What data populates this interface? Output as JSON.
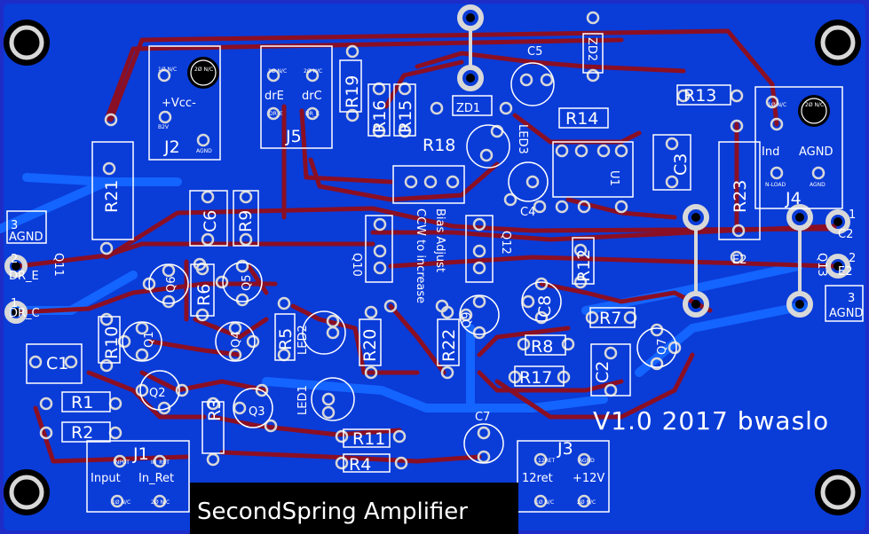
{
  "board": {
    "title": "SecondSpring Amplifier",
    "version": "V1.0 2017 bwaslo",
    "bias_note_1": "Bias Adjust",
    "bias_note_2": "CCW to increase"
  },
  "colors": {
    "board": "#1e2cc8",
    "pour": "#0a3cd8",
    "trace_top": "#8b0f24",
    "trace_bottom": "#1464ff",
    "silk": "#ffffff",
    "pad": "#d8d8d8",
    "title_bg": "#000000"
  },
  "connectors": {
    "J1": {
      "ref": "J1",
      "labels": [
        "Input",
        "In_Ret"
      ],
      "pins": [
        "INPUT",
        "IN_RET",
        "1Ø N/C",
        "2Ø N/C"
      ]
    },
    "J2": {
      "ref": "J2",
      "labels": [
        "+Vcc-"
      ],
      "pins": [
        "1Ø N/C",
        "2Ø N/C",
        "B2V",
        "AGND"
      ]
    },
    "J3": {
      "ref": "J3",
      "labels": [
        "12ret",
        "+12V"
      ],
      "pins": [
        "12RET",
        "AGND",
        "1Ø N/C",
        "2Ø N/C"
      ]
    },
    "J4": {
      "ref": "J4",
      "labels": [
        "Ind",
        "AGND"
      ],
      "pins": [
        "1Ø N/C",
        "2Ø N/C",
        "N-LOAD",
        "AGND"
      ]
    },
    "J5": {
      "ref": "J5",
      "labels": [
        "drE",
        "drC"
      ],
      "pins": [
        "1Ø N/C",
        "2Ø N/C",
        "DR_E",
        "DR_C"
      ]
    }
  },
  "edge": {
    "q11_ref": "Q11",
    "q11_pins": [
      {
        "num": "3",
        "name": "AGND"
      },
      {
        "num": "2",
        "name": "DR_E"
      },
      {
        "num": "1",
        "name": "DR_C"
      }
    ],
    "q13_ref": "Q13",
    "q13_pins": [
      {
        "num": "1",
        "name": "C2"
      },
      {
        "num": "2",
        "name": "E2"
      },
      {
        "num": "3",
        "name": "AGND"
      }
    ]
  },
  "refs": {
    "R1": "R1",
    "R2": "R2",
    "R3": "R3",
    "R4": "R4",
    "R5": "R5",
    "R6": "R6",
    "R7": "R7",
    "R8": "R8",
    "R9": "R9",
    "R10": "R10",
    "R11": "R11",
    "R12": "R12",
    "R13": "R13",
    "R14": "R14",
    "R15": "R15",
    "R16": "R16",
    "R17": "R17",
    "R18": "R18",
    "R19": "R19",
    "R20": "R20",
    "R21": "R21",
    "R22": "R22",
    "R23": "R23",
    "C1": "C1",
    "C2": "C2",
    "C3": "C3",
    "C4": "C4",
    "C5": "C5",
    "C6": "C6",
    "C7": "C7",
    "C8": "C8",
    "Q1": "Q1",
    "Q2": "Q2",
    "Q3": "Q3",
    "Q4": "Q4",
    "Q5": "Q5",
    "Q6": "Q6",
    "Q7": "Q7",
    "Q9": "Q9",
    "Q10": "Q10",
    "Q12": "Q12",
    "LED1": "LED1",
    "LED2": "LED2",
    "LED3": "LED3",
    "ZD1": "ZD1",
    "ZD2": "ZD2",
    "U1": "U1",
    "E2": "E2"
  }
}
